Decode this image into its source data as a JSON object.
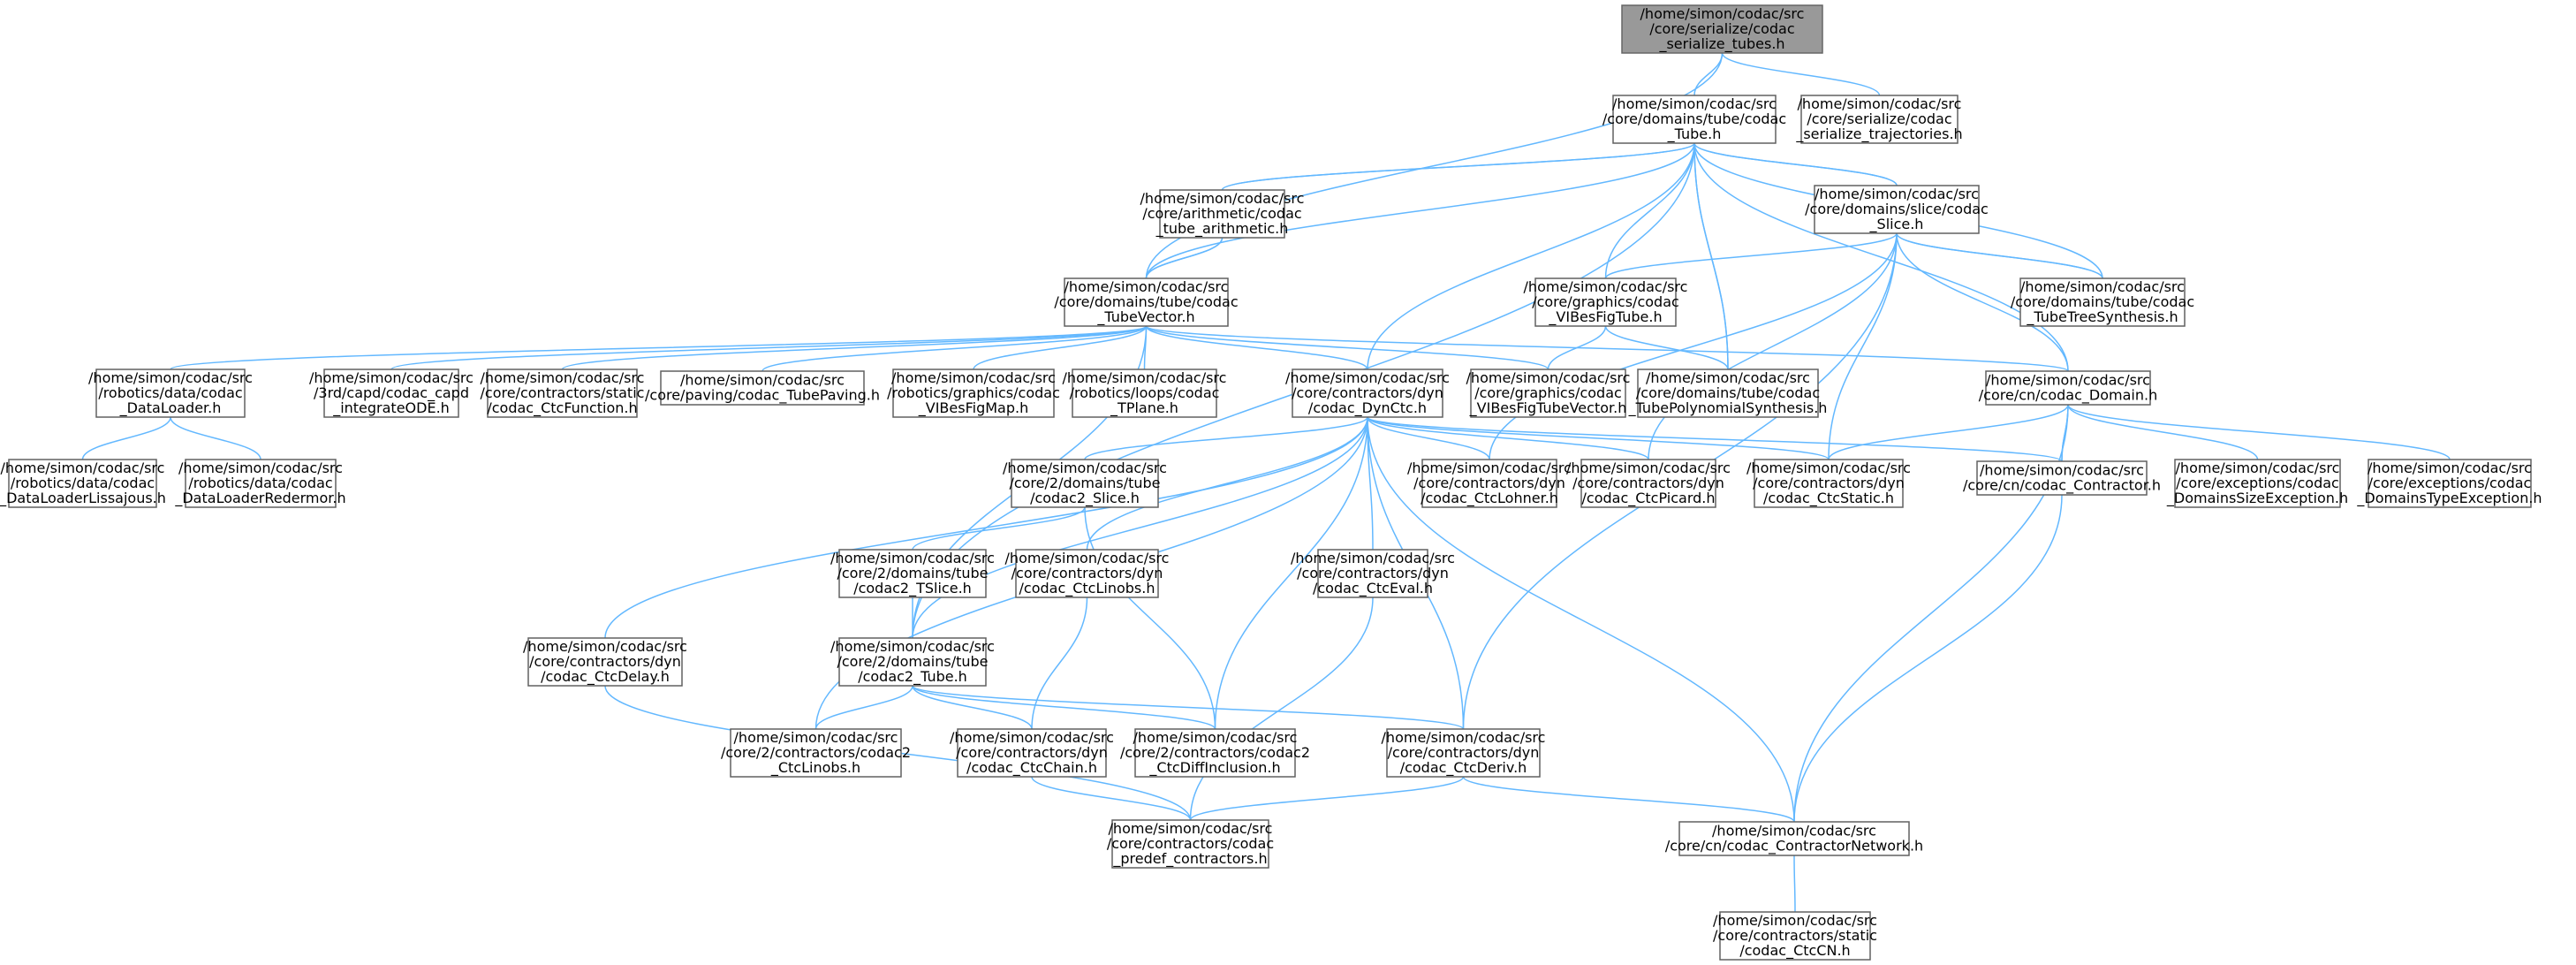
{
  "nodes": [
    {
      "id": "root",
      "lines": [
        "/home/simon/codac/src",
        "/core/serialize/codac",
        "_serialize_tubes.h"
      ]
    },
    {
      "id": "tube",
      "lines": [
        "/home/simon/codac/src",
        "/core/domains/tube/codac",
        "_Tube.h"
      ]
    },
    {
      "id": "straj",
      "lines": [
        "/home/simon/codac/src",
        "/core/serialize/codac",
        "_serialize_trajectories.h"
      ]
    },
    {
      "id": "tarith",
      "lines": [
        "/home/simon/codac/src",
        "/core/arithmetic/codac",
        "_tube_arithmetic.h"
      ]
    },
    {
      "id": "slice",
      "lines": [
        "/home/simon/codac/src",
        "/core/domains/slice/codac",
        "_Slice.h"
      ]
    },
    {
      "id": "tvec",
      "lines": [
        "/home/simon/codac/src",
        "/core/domains/tube/codac",
        "_TubeVector.h"
      ]
    },
    {
      "id": "vibestube",
      "lines": [
        "/home/simon/codac/src",
        "/core/graphics/codac",
        "_VIBesFigTube.h"
      ]
    },
    {
      "id": "ttree",
      "lines": [
        "/home/simon/codac/src",
        "/core/domains/tube/codac",
        "_TubeTreeSynthesis.h"
      ]
    },
    {
      "id": "dataloader",
      "lines": [
        "/home/simon/codac/src",
        "/robotics/data/codac",
        "_DataLoader.h"
      ]
    },
    {
      "id": "capd",
      "lines": [
        "/home/simon/codac/src",
        "/3rd/capd/codac_capd",
        "_integrateODE.h"
      ]
    },
    {
      "id": "ctcfunc",
      "lines": [
        "/home/simon/codac/src",
        "/core/contractors/static",
        "/codac_CtcFunction.h"
      ]
    },
    {
      "id": "paving",
      "lines": [
        "/home/simon/codac/src",
        "/core/paving/codac_TubePaving.h"
      ]
    },
    {
      "id": "vibesmap",
      "lines": [
        "/home/simon/codac/src",
        "/robotics/graphics/codac",
        "_VIBesFigMap.h"
      ]
    },
    {
      "id": "tplane",
      "lines": [
        "/home/simon/codac/src",
        "/robotics/loops/codac",
        "_TPlane.h"
      ]
    },
    {
      "id": "dynctc",
      "lines": [
        "/home/simon/codac/src",
        "/core/contractors/dyn",
        "/codac_DynCtc.h"
      ]
    },
    {
      "id": "vibestvec",
      "lines": [
        "/home/simon/codac/src",
        "/core/graphics/codac",
        "_VIBesFigTubeVector.h"
      ]
    },
    {
      "id": "tpoly",
      "lines": [
        "/home/simon/codac/src",
        "/core/domains/tube/codac",
        "_TubePolynomialSynthesis.h"
      ]
    },
    {
      "id": "domain",
      "lines": [
        "/home/simon/codac/src",
        "/core/cn/codac_Domain.h"
      ]
    },
    {
      "id": "dlliss",
      "lines": [
        "/home/simon/codac/src",
        "/robotics/data/codac",
        "_DataLoaderLissajous.h"
      ]
    },
    {
      "id": "dlreder",
      "lines": [
        "/home/simon/codac/src",
        "/robotics/data/codac",
        "_DataLoaderRedermor.h"
      ]
    },
    {
      "id": "c2slice",
      "lines": [
        "/home/simon/codac/src",
        "/core/2/domains/tube",
        "/codac2_Slice.h"
      ]
    },
    {
      "id": "lohner",
      "lines": [
        "/home/simon/codac/src",
        "/core/contractors/dyn",
        "/codac_CtcLohner.h"
      ]
    },
    {
      "id": "picard",
      "lines": [
        "/home/simon/codac/src",
        "/core/contractors/dyn",
        "/codac_CtcPicard.h"
      ]
    },
    {
      "id": "ctcstatic",
      "lines": [
        "/home/simon/codac/src",
        "/core/contractors/dyn",
        "/codac_CtcStatic.h"
      ]
    },
    {
      "id": "contractor",
      "lines": [
        "/home/simon/codac/src",
        "/core/cn/codac_Contractor.h"
      ]
    },
    {
      "id": "exsize",
      "lines": [
        "/home/simon/codac/src",
        "/core/exceptions/codac",
        "_DomainsSizeException.h"
      ]
    },
    {
      "id": "extype",
      "lines": [
        "/home/simon/codac/src",
        "/core/exceptions/codac",
        "_DomainsTypeException.h"
      ]
    },
    {
      "id": "c2tslice",
      "lines": [
        "/home/simon/codac/src",
        "/core/2/domains/tube",
        "/codac2_TSlice.h"
      ]
    },
    {
      "id": "linobs",
      "lines": [
        "/home/simon/codac/src",
        "/core/contractors/dyn",
        "/codac_CtcLinobs.h"
      ]
    },
    {
      "id": "eval",
      "lines": [
        "/home/simon/codac/src",
        "/core/contractors/dyn",
        "/codac_CtcEval.h"
      ]
    },
    {
      "id": "delay",
      "lines": [
        "/home/simon/codac/src",
        "/core/contractors/dyn",
        "/codac_CtcDelay.h"
      ]
    },
    {
      "id": "c2tube",
      "lines": [
        "/home/simon/codac/src",
        "/core/2/domains/tube",
        "/codac2_Tube.h"
      ]
    },
    {
      "id": "c2linobs",
      "lines": [
        "/home/simon/codac/src",
        "/core/2/contractors/codac2",
        "_CtcLinobs.h"
      ]
    },
    {
      "id": "chain",
      "lines": [
        "/home/simon/codac/src",
        "/core/contractors/dyn",
        "/codac_CtcChain.h"
      ]
    },
    {
      "id": "c2diff",
      "lines": [
        "/home/simon/codac/src",
        "/core/2/contractors/codac2",
        "_CtcDiffInclusion.h"
      ]
    },
    {
      "id": "deriv",
      "lines": [
        "/home/simon/codac/src",
        "/core/contractors/dyn",
        "/codac_CtcDeriv.h"
      ]
    },
    {
      "id": "predef",
      "lines": [
        "/home/simon/codac/src",
        "/core/contractors/codac",
        "_predef_contractors.h"
      ]
    },
    {
      "id": "cn",
      "lines": [
        "/home/simon/codac/src",
        "/core/cn/codac_ContractorNetwork.h"
      ]
    },
    {
      "id": "ctccn",
      "lines": [
        "/home/simon/codac/src",
        "/core/contractors/static",
        "/codac_CtcCN.h"
      ]
    }
  ]
}
